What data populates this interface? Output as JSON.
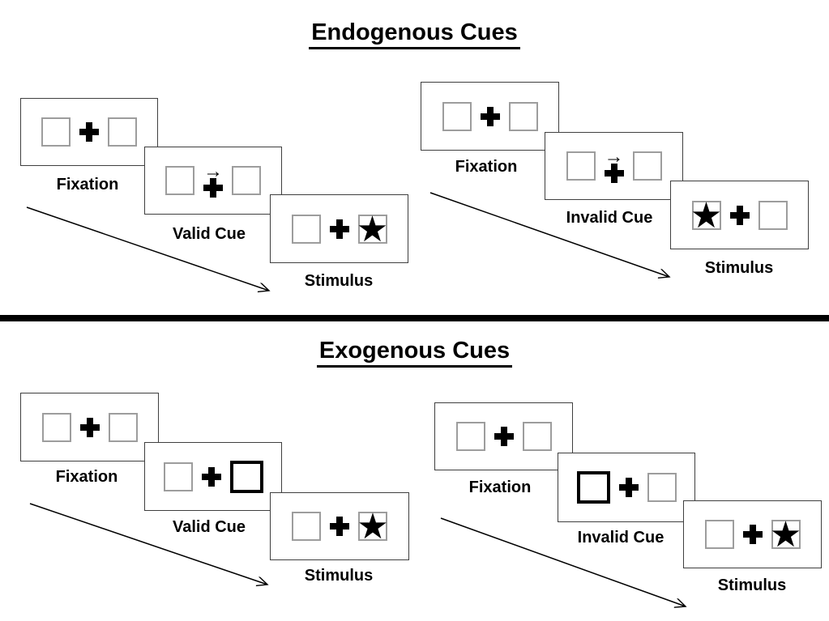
{
  "diagram": {
    "kind": "Posner spatial cueing paradigm",
    "sections": {
      "endogenous_title": "Endogenous Cues",
      "exogenous_title": "Exogenous Cues"
    }
  },
  "titles": {
    "endogenous": "Endogenous Cues",
    "exogenous": "Exogenous Cues"
  },
  "glyphs": {
    "star": "★",
    "cue_arrow": "→"
  },
  "colors": {
    "background": "#ffffff",
    "panel_border": "#3f3f3f",
    "box_border_gray": "#9d9d9d",
    "ink": "#000000"
  },
  "sequences": [
    {
      "id": "endogenous-valid",
      "section": "Endogenous Cues",
      "steps": [
        {
          "label": "Fixation",
          "screen": "two empty boxes with central fixation cross"
        },
        {
          "label": "Valid Cue",
          "screen": "arrow above fixation cross pointing right",
          "cue_type": "central-arrow",
          "cue_direction": "right"
        },
        {
          "label": "Stimulus",
          "screen": "star target in right box",
          "target_side": "right"
        }
      ]
    },
    {
      "id": "endogenous-invalid",
      "section": "Endogenous Cues",
      "steps": [
        {
          "label": "Fixation",
          "screen": "two empty boxes with central fixation cross"
        },
        {
          "label": "Invalid Cue",
          "screen": "arrow above fixation cross pointing right",
          "cue_type": "central-arrow",
          "cue_direction": "right"
        },
        {
          "label": "Stimulus",
          "screen": "star target in left box",
          "target_side": "left"
        }
      ]
    },
    {
      "id": "exogenous-valid",
      "section": "Exogenous Cues",
      "steps": [
        {
          "label": "Fixation",
          "screen": "two empty boxes with central fixation cross"
        },
        {
          "label": "Valid Cue",
          "screen": "right box highlighted with thick border",
          "cue_type": "peripheral-box-highlight",
          "cue_side": "right"
        },
        {
          "label": "Stimulus",
          "screen": "star target in right box",
          "target_side": "right"
        }
      ]
    },
    {
      "id": "exogenous-invalid",
      "section": "Exogenous Cues",
      "steps": [
        {
          "label": "Fixation",
          "screen": "two empty boxes with central fixation cross"
        },
        {
          "label": "Invalid Cue",
          "screen": "left box highlighted with thick border",
          "cue_type": "peripheral-box-highlight",
          "cue_side": "left"
        },
        {
          "label": "Stimulus",
          "screen": "star target in right box",
          "target_side": "right"
        }
      ]
    }
  ]
}
